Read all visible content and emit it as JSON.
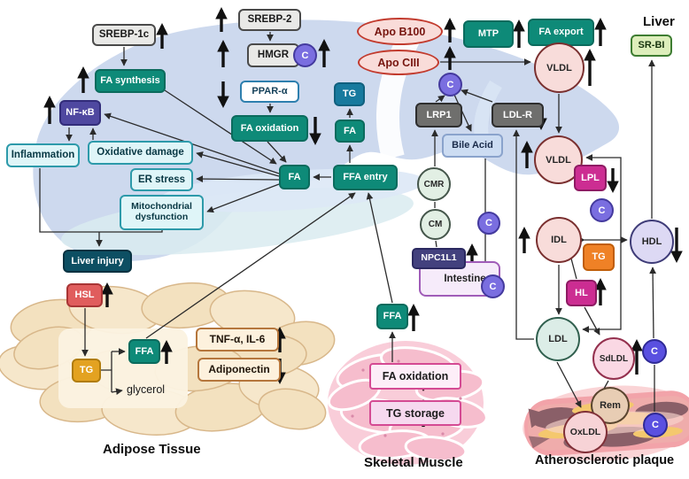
{
  "regions": {
    "liver": "Liver",
    "adipose": "Adipose Tissue",
    "muscle": "Skeletal Muscle",
    "plaque": "Atherosclerotic plaque"
  },
  "liver_nodes": {
    "srebp1c": "SREBP-1c",
    "srebp2": "SREBP-2",
    "hmgr": "HMGR",
    "fa_synthesis": "FA synthesis",
    "nfkb": "NF-κB",
    "inflammation": "Inflammation",
    "oxidative_damage": "Oxidative damage",
    "er_stress": "ER stress",
    "mito_dysfunction": "Mitochondrial dysfunction",
    "liver_injury": "Liver injury",
    "ppar_alpha": "PPAR-α",
    "fa_oxidation": "FA oxidation",
    "tg": "TG",
    "fa_upper": "FA",
    "fa": "FA",
    "ffa_entry": "FFA entry",
    "mtp": "MTP",
    "fa_export": "FA export",
    "srbi": "SR-BI",
    "cholesterol": "C"
  },
  "apolipoproteins": {
    "apo_b100": "Apo B100",
    "apo_ciii": "Apo CIII"
  },
  "adipose_nodes": {
    "hsl": "HSL",
    "tg": "TG",
    "ffa": "FFA",
    "glycerol": "glycerol",
    "tnf_il6": "TNF-α, IL-6",
    "adiponectin": "Adiponectin"
  },
  "muscle_nodes": {
    "ffa": "FFA",
    "fa_oxidation": "FA oxidation",
    "tg_storage": "TG storage"
  },
  "lipoprotein_nodes": {
    "vldl": "VLDL",
    "idl": "IDL",
    "ldl": "LDL",
    "hdl": "HDL",
    "sdldl": "SdLDL",
    "rem": "Rem",
    "oxldl": "OxLDL",
    "lpl": "LPL",
    "hl": "HL",
    "tg": "TG",
    "lrp1": "LRP1",
    "ldlr": "LDL-R",
    "bile_acid": "Bile Acid",
    "cmr": "CMR",
    "cm": "CM",
    "npc1l1": "NPC1L1",
    "intestine": "Intestine",
    "cholesterol": "C"
  },
  "indicators": {
    "increase": [
      "SREBP-1c",
      "SREBP-2",
      "HMGR",
      "C (after HMGR)",
      "FA synthesis",
      "NF-κB",
      "Apo B100",
      "Apo CIII",
      "MTP",
      "FA export",
      "VLDL (secreted)",
      "VLDL (circulating)",
      "IDL",
      "HL",
      "SdLDL",
      "NPC1L1",
      "HSL",
      "FFA (adipose)",
      "TNF-α, IL-6",
      "FFA (muscle)",
      "TG storage"
    ],
    "decrease": [
      "PPAR-α",
      "FA oxidation (liver)",
      "LDL-R",
      "LPL",
      "HDL",
      "Adiponectin",
      "FA oxidation (muscle)"
    ]
  },
  "colors": {
    "teal_box": "#0E8A78",
    "blue_box": "#177A9E",
    "gray_box": "#E9E9E7",
    "indigo_box": "#4F48A0",
    "cyan_box": "#DFF5F8",
    "dark_navy_box": "#0D4F63",
    "red_box": "#E05D5D",
    "gold_box": "#E3A221",
    "cream_box": "#FDF1DD",
    "magenta_box": "#CC2D92",
    "orange_box": "#EF8126",
    "purple_cholesterol": "#7A6EE0",
    "pink_lipoprotein": "#F8DCDA",
    "hdl_lavender": "#DDD9F4",
    "ldl_mint": "#DCEDE7",
    "srbi_green": "#DDEEBB",
    "liver_bg": "#CDD9EE",
    "adipose_bg": "#F3E1BF",
    "muscle_bg": "#F9CDD9",
    "artery_salmon": "#F2A3A9"
  }
}
